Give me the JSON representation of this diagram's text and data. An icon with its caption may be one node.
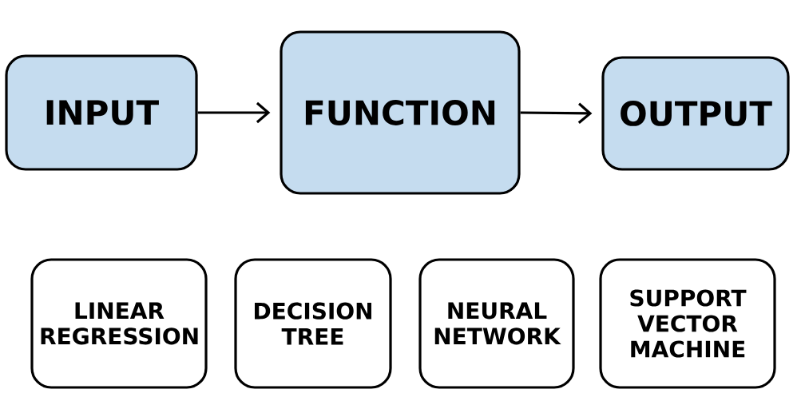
{
  "diagram": {
    "nodes": [
      {
        "text": [
          "INPUT"
        ]
      },
      {
        "text": [
          "FUNCTION"
        ]
      },
      {
        "text": [
          "OUTPUT"
        ]
      },
      {
        "text": [
          "LINEAR REGRESSION"
        ]
      },
      {
        "text": [
          "DECISION TREE"
        ]
      },
      {
        "text": [
          "NEURAL NETWORK"
        ]
      },
      {
        "text": [
          "SUPPORT VECTOR MACHINE"
        ]
      }
    ],
    "edges": [
      {
        "from": 0,
        "to": 1,
        "arrow": "to"
      },
      {
        "from": 1,
        "to": 2,
        "arrow": "to"
      }
    ]
  }
}
